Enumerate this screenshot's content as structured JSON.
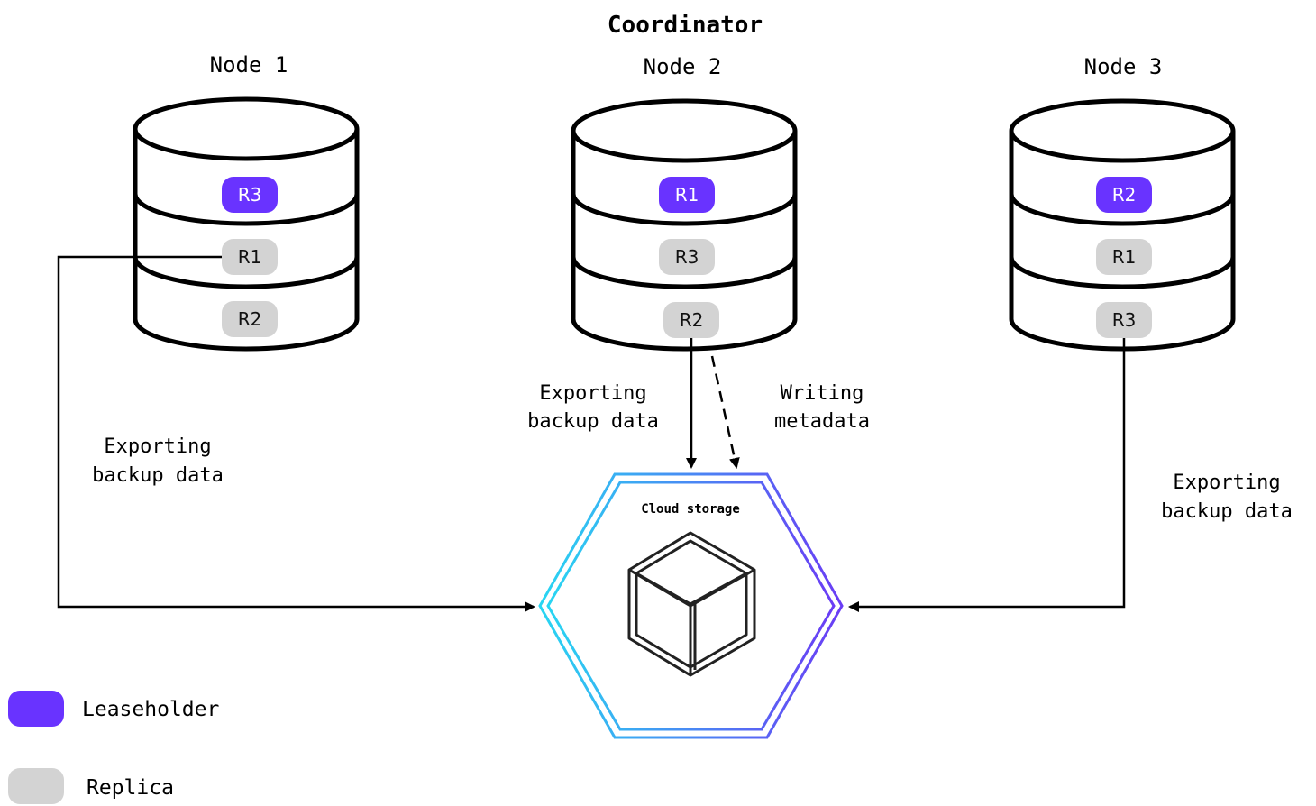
{
  "title": "Coordinator",
  "colors": {
    "leaseholder": "#6933FF",
    "replica": "#D3D3D3",
    "stroke": "#000000",
    "hex_start": "#28D6F2",
    "hex_end": "#6A3CF5"
  },
  "nodes": [
    {
      "label": "Node 1",
      "replicas": [
        {
          "name": "R3",
          "role": "leaseholder"
        },
        {
          "name": "R1",
          "role": "replica"
        },
        {
          "name": "R2",
          "role": "replica"
        }
      ]
    },
    {
      "label": "Node 2",
      "replicas": [
        {
          "name": "R1",
          "role": "leaseholder"
        },
        {
          "name": "R3",
          "role": "replica"
        },
        {
          "name": "R2",
          "role": "replica"
        }
      ]
    },
    {
      "label": "Node 3",
      "replicas": [
        {
          "name": "R2",
          "role": "leaseholder"
        },
        {
          "name": "R1",
          "role": "replica"
        },
        {
          "name": "R3",
          "role": "replica"
        }
      ]
    }
  ],
  "flows": {
    "node1_export": [
      "Exporting",
      "backup data"
    ],
    "node2_export": [
      "Exporting",
      "backup data"
    ],
    "node2_metadata": [
      "Writing",
      "metadata"
    ],
    "node3_export": [
      "Exporting",
      "backup data"
    ]
  },
  "cloud": {
    "label": "Cloud storage",
    "icon": "cube-icon"
  },
  "legend": {
    "leaseholder": "Leaseholder",
    "replica": "Replica"
  }
}
